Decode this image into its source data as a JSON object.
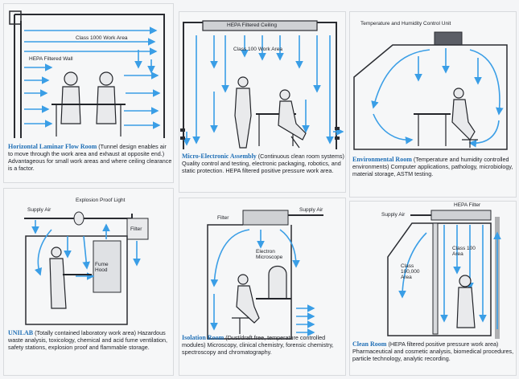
{
  "accent_blue": "#3a9ee6",
  "title_blue": "#1f6fb6",
  "panels": [
    {
      "labels": {
        "work_area": "Class 1000 Work Area",
        "wall": "HEPA Filtered Wall"
      },
      "title": "Horizontal Laminar Flow Room",
      "caption": " (Tunnel design enables air to move through the work area and exhaust at opposite end.) Advantageous for small work areas and where ceiling clearance is a factor."
    },
    {
      "labels": {
        "ceiling": "HEPA Filtered Ceiling",
        "work_area": "Class 100 Work Area"
      },
      "title": "Micro-Electronic Assembly",
      "caption": " (Continuous clean room systems) Quality control and testing, electronic packaging, robotics, and static protection. HEPA filtered positive pressure work area."
    },
    {
      "labels": {
        "control": "Temperature and Humidity Control Unit"
      },
      "title": "Environmental Room",
      "caption": " (Temperature and humidity controlled environments) Computer applications, pathology, microbiology, material storage, ASTM testing."
    },
    {
      "labels": {
        "explosion": "Explosion Proof Light",
        "supply": "Supply Air",
        "filter": "Filter",
        "fume": "Fume Hood"
      },
      "title": "UNILAB",
      "caption": " (Totally contained laboratory work area) Hazardous waste analysis, toxicology, chemical and acid fume ventilation, safety stations, explosion proof and flammable storage."
    },
    {
      "labels": {
        "filter": "Filter",
        "supply": "Supply Air",
        "microscope": "Electron Microscope"
      },
      "title": "Isolation Room",
      "caption": " (Dust/draft free, temperature controlled modules) Microscopy, clinical chemistry, forensic chemistry, spectroscopy and chromatography."
    },
    {
      "labels": {
        "supply": "Supply Air",
        "hepa": "HEPA Filter",
        "class100000": "Class 100,000 Area",
        "class100": "Class 100 Area"
      },
      "title": "Clean Room",
      "caption": " (HEPA filtered positive pressure work area) Pharmaceutical and cosmetic analysis, biomedical procedures, particle technology, analytic recording."
    }
  ]
}
